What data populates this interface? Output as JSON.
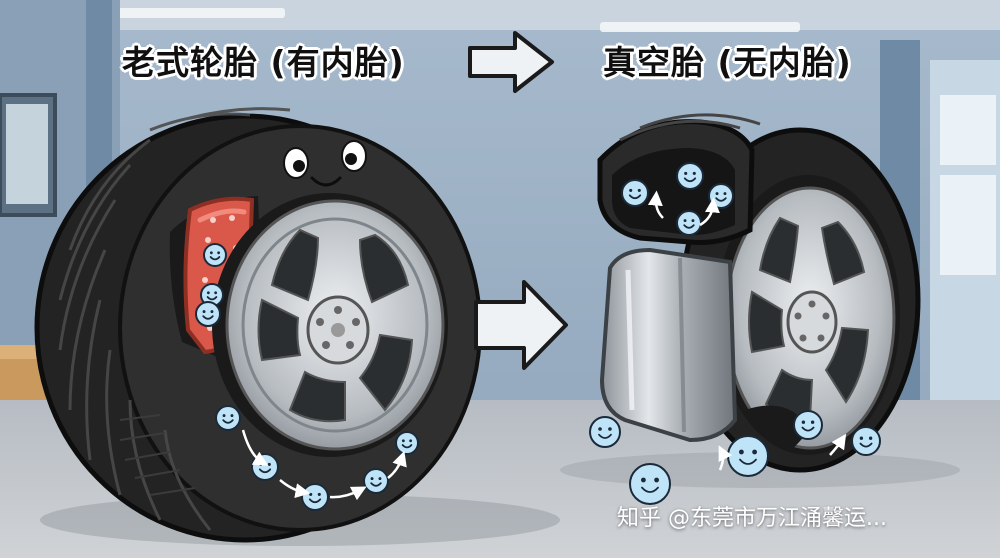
{
  "headings": {
    "old_tire": "老式轮胎 (有内胎)",
    "new_tire": "真空胎 (无内胎)"
  },
  "watermark": "知乎 @东莞市万江涌馨运...",
  "colors": {
    "wall": "#9fb3c8",
    "floor": "#b9bec4",
    "tire": "#2b2b2b",
    "rim": "#c4c8cc",
    "inner_tube": "#d9584a",
    "air_bubble": "#bfe3f7",
    "arrow_fill": "#eef2f4"
  },
  "icons": [
    "arrow-right-icon",
    "air-bubble-face-icon",
    "tire-face-icon"
  ]
}
